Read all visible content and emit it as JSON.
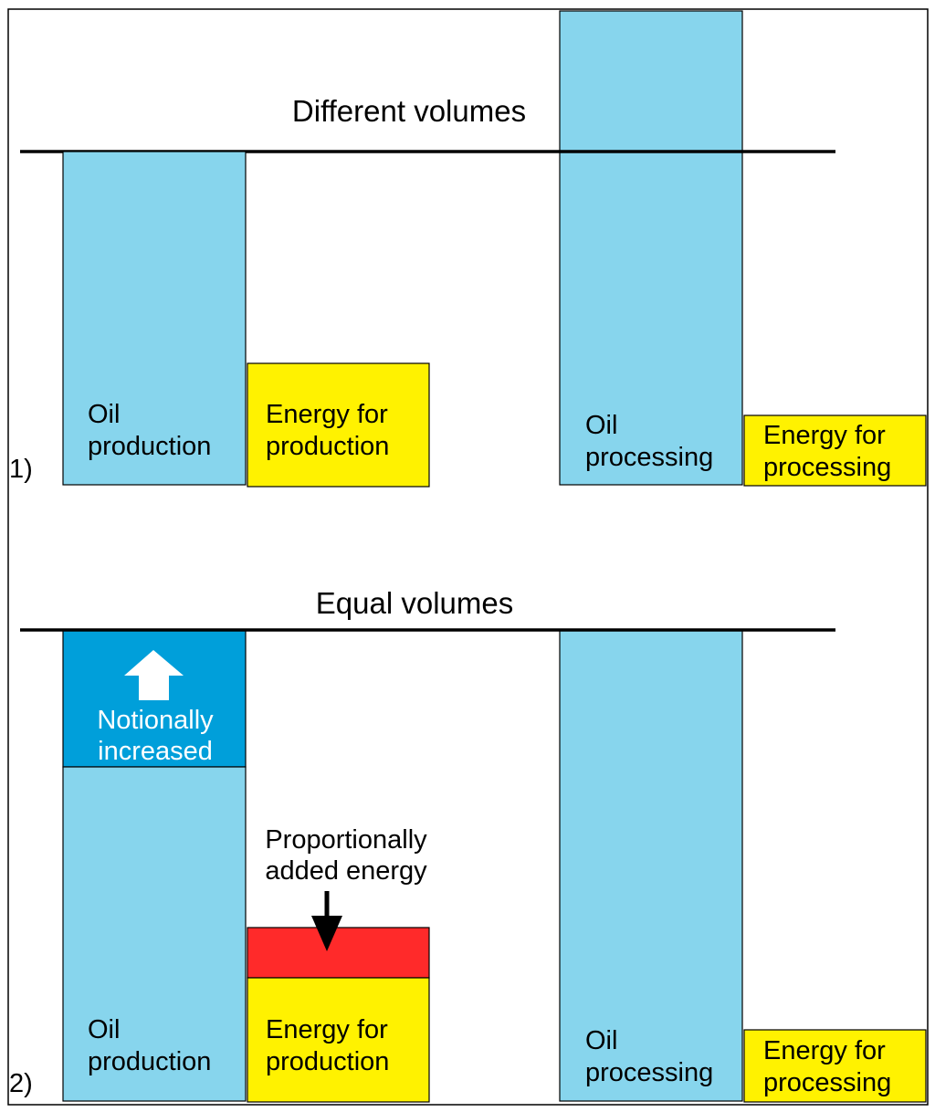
{
  "colors": {
    "light_blue": "#87D5ED",
    "dark_blue": "#009FDA",
    "yellow": "#FFF200",
    "red": "#FF2A2A",
    "black": "#000000",
    "white": "#FFFFFF"
  },
  "panel1": {
    "number": "1)",
    "heading": "Different volumes",
    "oil_production": [
      "Oil",
      "production"
    ],
    "energy_production": [
      "Energy for",
      "production"
    ],
    "oil_processing": [
      "Oil",
      "processing"
    ],
    "energy_processing": [
      "Energy for",
      "processing"
    ]
  },
  "panel2": {
    "number": "2)",
    "heading": "Equal volumes",
    "notional": [
      "Notionally",
      "increased"
    ],
    "added_energy": [
      "Proportionally",
      "added energy"
    ],
    "oil_production": [
      "Oil",
      "production"
    ],
    "energy_production": [
      "Energy for",
      "production"
    ],
    "oil_processing": [
      "Oil",
      "processing"
    ],
    "energy_processing": [
      "Energy for",
      "processing"
    ]
  },
  "icons": {
    "up_arrow": "up-arrow-icon",
    "down_arrow": "down-arrow-icon"
  }
}
